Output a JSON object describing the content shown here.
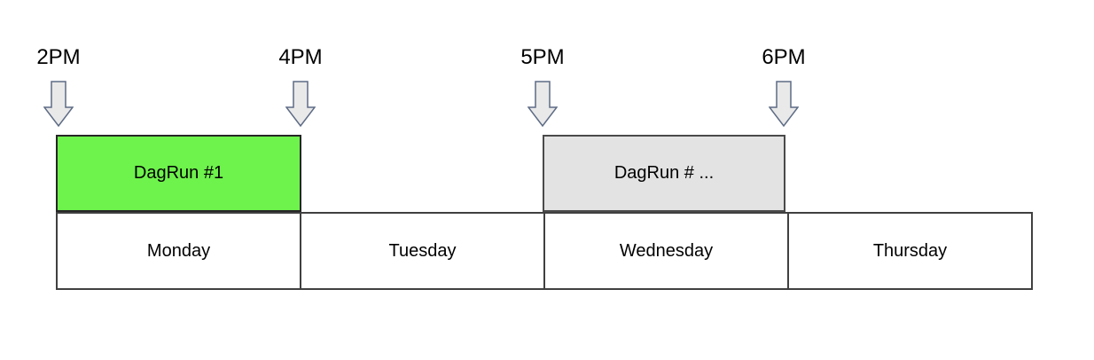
{
  "diagram": {
    "time_markers": [
      {
        "label": "2PM"
      },
      {
        "label": "4PM"
      },
      {
        "label": "5PM"
      },
      {
        "label": "6PM"
      }
    ],
    "runs": [
      {
        "label": "DagRun #1",
        "from": "2PM",
        "to": "4PM",
        "fill": "#6EF24C"
      },
      {
        "label": "DagRun # ...",
        "from": "5PM",
        "to": "6PM",
        "fill": "#E3E3E3"
      }
    ],
    "days": [
      {
        "label": "Monday"
      },
      {
        "label": "Tuesday"
      },
      {
        "label": "Wednesday"
      },
      {
        "label": "Thursday"
      }
    ],
    "colors": {
      "run_active_green": "#6EF24C",
      "run_pending_gray": "#E3E3E3",
      "box_border": "#404040",
      "arrow_fill": "#E9E9E9",
      "arrow_stroke": "#5D6B85",
      "text": "#000000",
      "background": "#FFFFFF"
    }
  }
}
